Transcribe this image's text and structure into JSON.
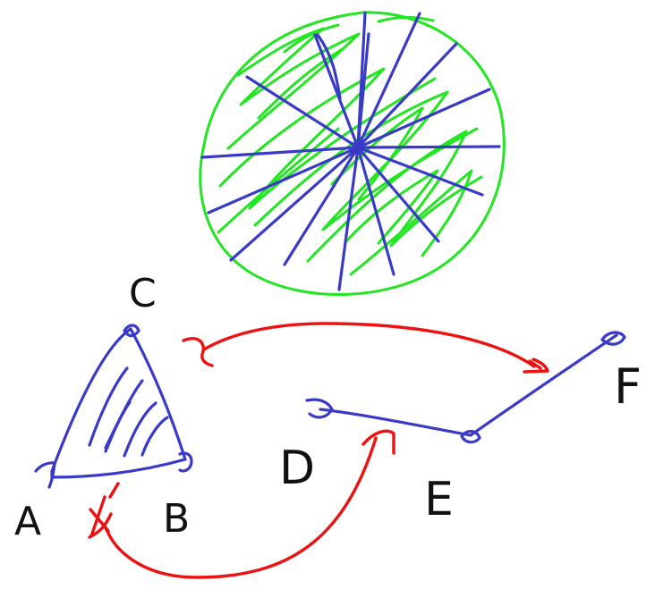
{
  "labels": {
    "a": "A",
    "b": "B",
    "c": "C",
    "d": "D",
    "e": "E",
    "f": "F"
  },
  "colors": {
    "blue": "#3a3ac8",
    "green": "#22e622",
    "red": "#ee1111",
    "black": "#111111",
    "background": "#ffffff"
  }
}
